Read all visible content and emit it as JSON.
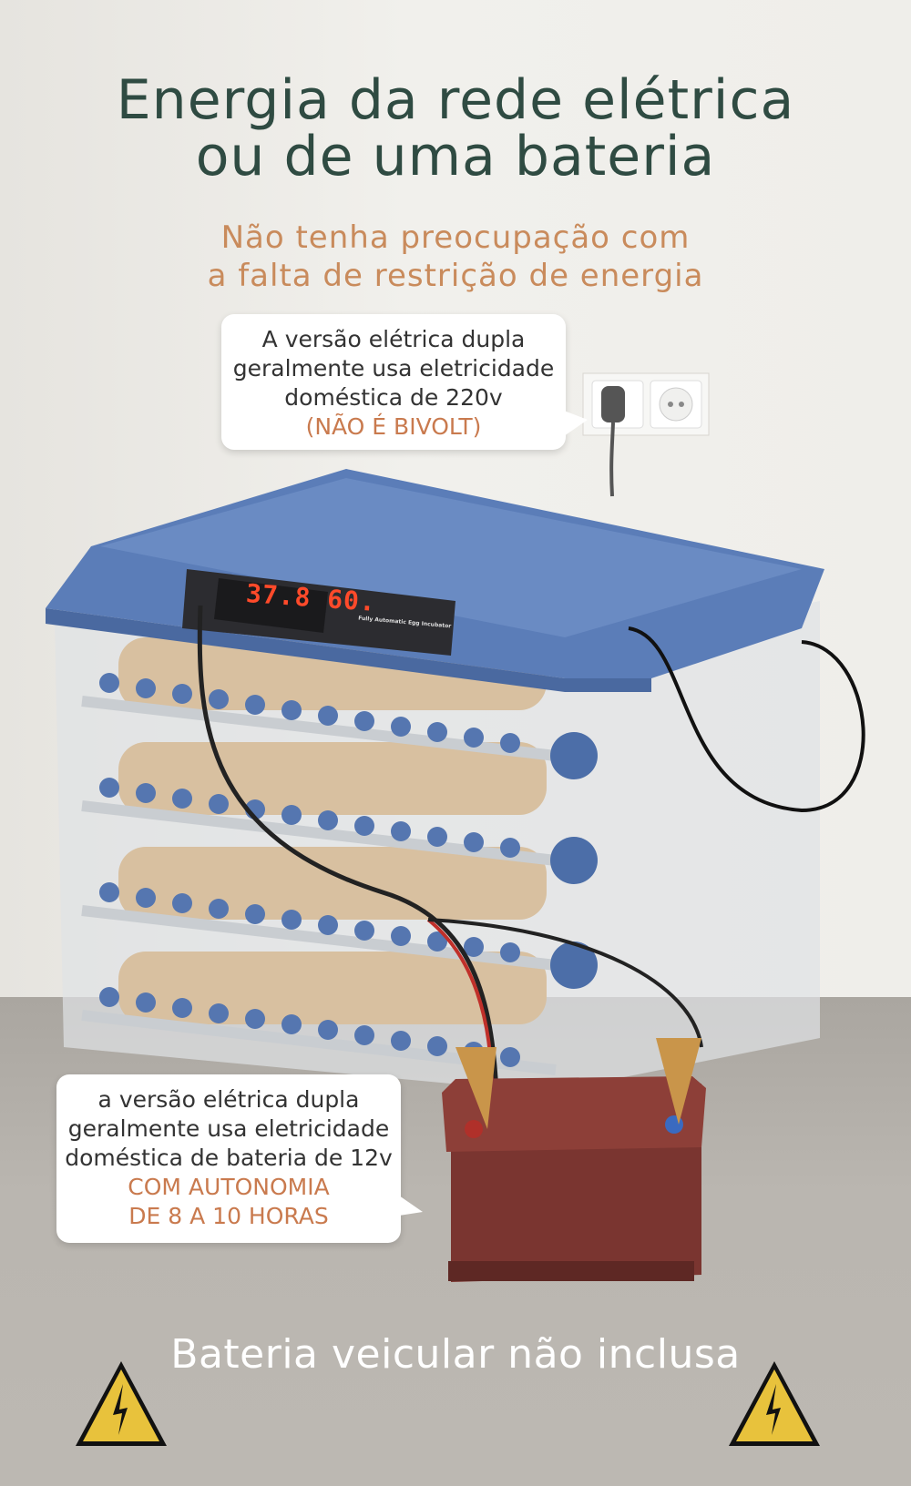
{
  "header": {
    "title_line1": "Energia da rede elétrica",
    "title_line2": "ou de uma bateria",
    "subtitle_line1": "Não tenha preocupação com",
    "subtitle_line2": "a falta de restrição de energia"
  },
  "callout_mains": {
    "line1": "A versão elétrica dupla",
    "line2": "geralmente usa eletricidade",
    "line3": "doméstica de 220v",
    "highlight": "(NÃO É BIVOLT)"
  },
  "callout_battery": {
    "line1": "a versão elétrica dupla",
    "line2": "geralmente usa eletricidade",
    "line3": "doméstica de bateria de 12v",
    "highlight1": "COM AUTONOMIA",
    "highlight2": "DE 8 A 10 HORAS"
  },
  "incubator_panel": {
    "temperature": "37.8",
    "humidity": "60.",
    "label": "Fully Automatic Egg Incubator"
  },
  "footer": {
    "notice": "Bateria veicular não inclusa"
  },
  "colors": {
    "title": "#2f4b42",
    "accent": "#c98b5c",
    "lid": "#5b7db8",
    "battery": "#7a3530",
    "warning": "#e8c23c"
  }
}
